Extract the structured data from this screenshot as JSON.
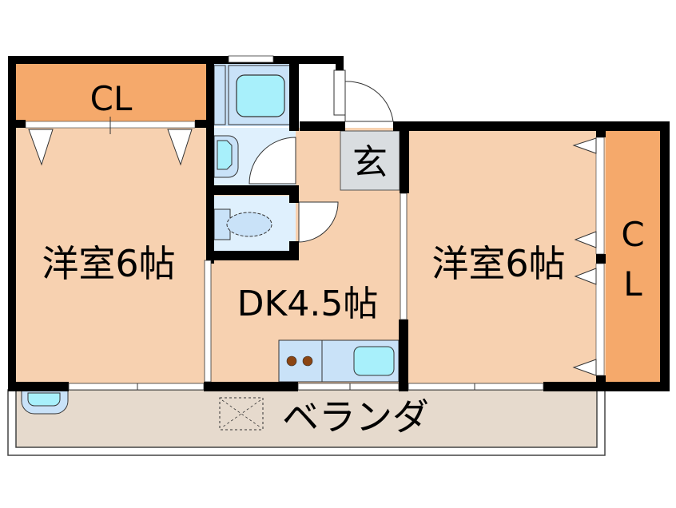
{
  "floorplan": {
    "colors": {
      "room": "#f7d1b0",
      "closet": "#f5a96b",
      "wet": "#c9e2f8",
      "wet_light": "#dff0fd",
      "fixture": "#a8f0fb",
      "genkan": "#d9dde0",
      "veranda": "#e6dacd",
      "wall": "#000000",
      "stove_burner": "#8b4513"
    },
    "rooms": {
      "left_room": "洋室6帖",
      "left_closet": "CL",
      "dk": "DK4.5帖",
      "genkan": "玄",
      "right_room": "洋室6帖",
      "right_closet_c": "C",
      "right_closet_l": "L",
      "veranda": "ベランダ"
    }
  }
}
